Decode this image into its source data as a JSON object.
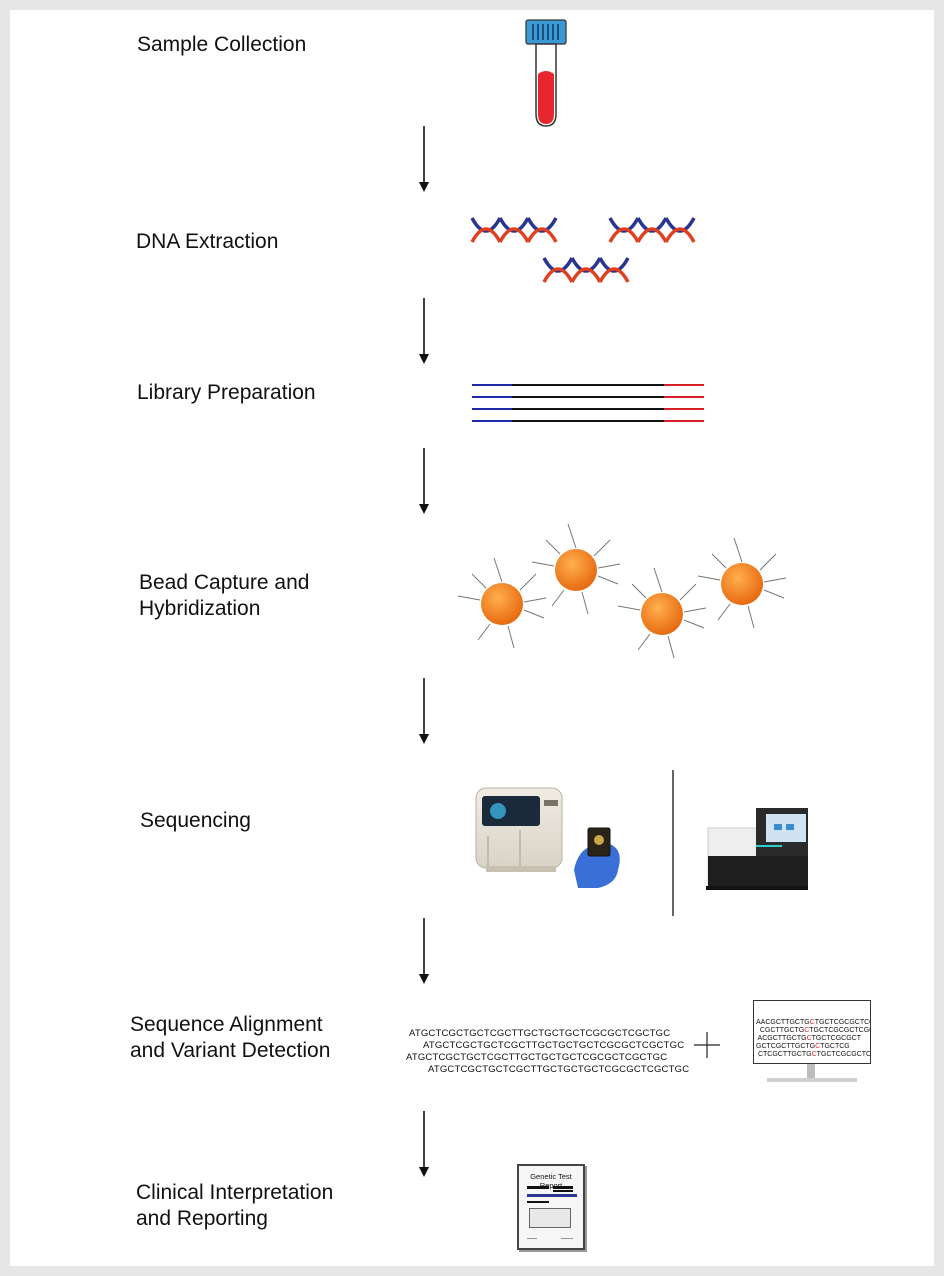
{
  "steps": [
    {
      "label": "Sample Collection"
    },
    {
      "label": "DNA Extraction"
    },
    {
      "label": "Library Preparation"
    },
    {
      "label": "Bead Capture and\nHybridization"
    },
    {
      "label": "Sequencing"
    },
    {
      "label": "Sequence Alignment\nand Variant Detection"
    },
    {
      "label": "Clinical Interpretation\nand Reporting"
    }
  ],
  "alignment": {
    "reads": [
      "ATGCTCGCTGCTCGCTTGCTGCTGCTCGCGCTCGCTGC",
      "ATGCTCGCTGCTCGCTTGCTGCTGCTCGCGCTCGCTGC",
      "ATGCTCGCTGCTCGCTTGCTGCTGCTCGCGCTCGCTGC",
      "ATGCTCGCTGCTCGCTTGCTGCTGCTCGCGCTCGCTGC"
    ],
    "monitor_lines": [
      {
        "pre": "AACGCTTGCTG",
        "hl": "C",
        "post": "TGCTCGCGCTCGCT"
      },
      {
        "pre": "  CGCTTGCTG",
        "hl": "C",
        "post": "TGCTCGCGCTCGCTG"
      },
      {
        "pre": " ACGCTTGCTG",
        "hl": "C",
        "post": "TGCTCGCGCT"
      },
      {
        "pre": "GCTCGCTTGCTG",
        "hl": "C",
        "post": "TGCTCG"
      },
      {
        "pre": " CTCGCTTGCTG",
        "hl": "C",
        "post": "TGCTCGCGCTCGCTGC"
      }
    ]
  },
  "report": {
    "title": "Genetic Test Report"
  },
  "colors": {
    "tube_cap": "#3a9ad6",
    "blood": "#e8262f",
    "dna_blue": "#2a3590",
    "dna_red": "#e04020",
    "bead_orange": "#f07d1a",
    "adapter_blue": "#1f2aa8",
    "adapter_red": "#d81f2a",
    "variant_red": "#e8262f"
  },
  "icons": [
    "blood-tube-icon",
    "dna-helix-icon",
    "library-fragments-icon",
    "beads-icon",
    "sequencer-icon",
    "monitor-icon",
    "report-icon"
  ]
}
